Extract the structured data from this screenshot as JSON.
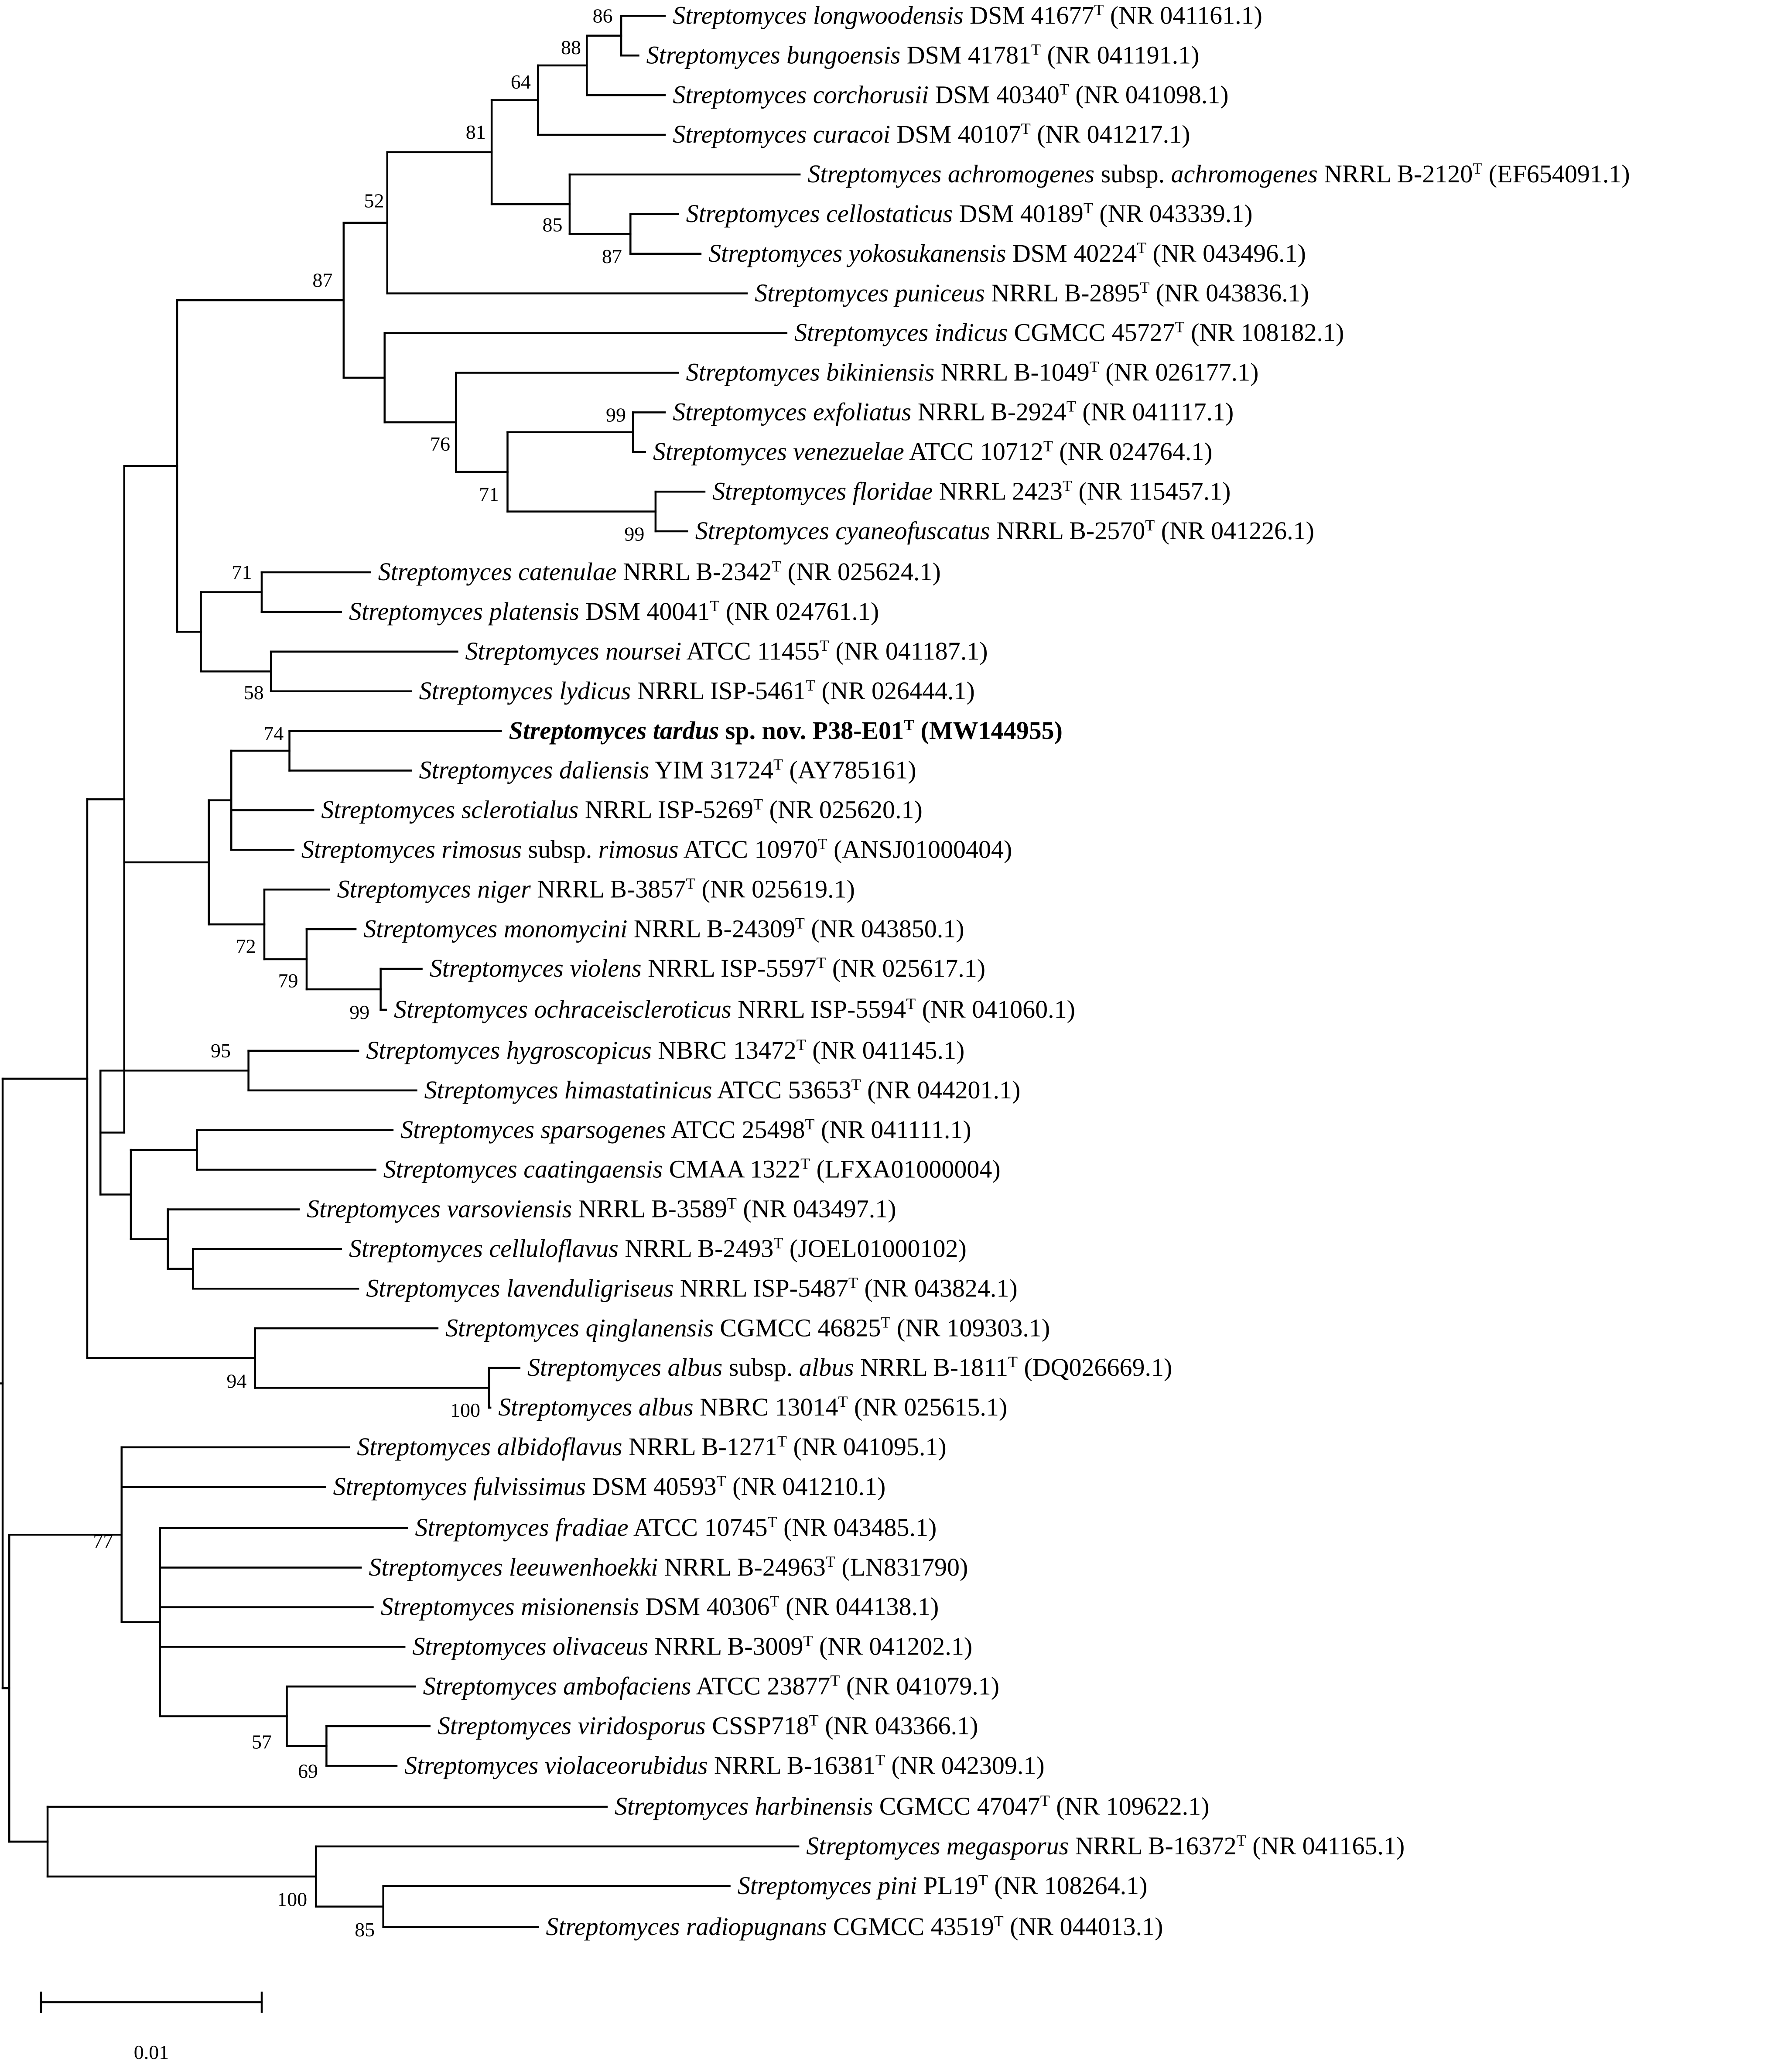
{
  "figure": {
    "scale_bar": {
      "label": "0.01",
      "length": 0.01
    }
  },
  "taxa": [
    {
      "genus": "Streptomyces",
      "epithet": "longwoodensis",
      "strain": "DSM 41677",
      "acc": "NR 041161.1"
    },
    {
      "genus": "Streptomyces",
      "epithet": "bungoensis",
      "strain": "DSM 41781",
      "acc": "NR 041191.1"
    },
    {
      "genus": "Streptomyces",
      "epithet": "corchorusii",
      "strain": "DSM 40340",
      "acc": "NR 041098.1"
    },
    {
      "genus": "Streptomyces",
      "epithet": "curacoi",
      "strain": "DSM 40107",
      "acc": "NR 041217.1"
    },
    {
      "genus": "Streptomyces",
      "epithet": "achromogenes",
      "subsp": "achromogenes",
      "strain": "NRRL B-2120",
      "acc": "EF654091.1"
    },
    {
      "genus": "Streptomyces",
      "epithet": "cellostaticus",
      "strain": "DSM 40189",
      "acc": "NR 043339.1"
    },
    {
      "genus": "Streptomyces",
      "epithet": "yokosukanensis",
      "strain": "DSM 40224",
      "acc": "NR 043496.1"
    },
    {
      "genus": "Streptomyces",
      "epithet": "puniceus",
      "strain": "NRRL B-2895",
      "acc": "NR 043836.1"
    },
    {
      "genus": "Streptomyces",
      "epithet": "indicus",
      "strain": "CGMCC 45727",
      "acc": "NR 108182.1"
    },
    {
      "genus": "Streptomyces",
      "epithet": "bikiniensis",
      "strain": "NRRL B-1049",
      "acc": "NR 026177.1"
    },
    {
      "genus": "Streptomyces",
      "epithet": "exfoliatus",
      "strain": "NRRL B-2924",
      "acc": "NR 041117.1"
    },
    {
      "genus": "Streptomyces",
      "epithet": "venezuelae",
      "strain": "ATCC 10712",
      "acc": "NR 024764.1"
    },
    {
      "genus": "Streptomyces",
      "epithet": "floridae",
      "strain": "NRRL 2423",
      "acc": "NR 115457.1"
    },
    {
      "genus": "Streptomyces",
      "epithet": "cyaneofuscatus",
      "strain": "NRRL B-2570",
      "acc": "NR 041226.1"
    },
    {
      "genus": "Streptomyces",
      "epithet": "catenulae",
      "strain": "NRRL B-2342",
      "acc": "NR 025624.1"
    },
    {
      "genus": "Streptomyces",
      "epithet": "platensis",
      "strain": "DSM 40041",
      "acc": "NR 024761.1"
    },
    {
      "genus": "Streptomyces",
      "epithet": "noursei",
      "strain": "ATCC 11455",
      "acc": "NR 041187.1"
    },
    {
      "genus": "Streptomyces",
      "epithet": "lydicus",
      "strain": "NRRL ISP-5461",
      "acc": "NR 026444.1"
    },
    {
      "genus": "Streptomyces",
      "epithet": "tardus",
      "novel": "sp. nov.",
      "strain": "P38-E01",
      "acc": "MW144955",
      "highlight": true
    },
    {
      "genus": "Streptomyces",
      "epithet": "daliensis",
      "strain": "YIM 31724",
      "acc": "AY785161"
    },
    {
      "genus": "Streptomyces",
      "epithet": "sclerotialus",
      "strain": "NRRL ISP-5269",
      "acc": "NR 025620.1"
    },
    {
      "genus": "Streptomyces",
      "epithet": "rimosus",
      "subsp": "rimosus",
      "strain": "ATCC 10970",
      "acc": "ANSJ01000404"
    },
    {
      "genus": "Streptomyces",
      "epithet": "niger",
      "strain": "NRRL B-3857",
      "acc": "NR 025619.1"
    },
    {
      "genus": "Streptomyces",
      "epithet": "monomycini",
      "strain": "NRRL B-24309",
      "acc": "NR 043850.1"
    },
    {
      "genus": "Streptomyces",
      "epithet": "violens",
      "strain": "NRRL ISP-5597",
      "acc": "NR 025617.1"
    },
    {
      "genus": "Streptomyces",
      "epithet": "ochraceiscleroticus",
      "strain": "NRRL ISP-5594",
      "acc": "NR 041060.1"
    },
    {
      "genus": "Streptomyces",
      "epithet": "hygroscopicus",
      "strain": "NBRC 13472",
      "acc": "NR 041145.1"
    },
    {
      "genus": "Streptomyces",
      "epithet": "himastatinicus",
      "strain": "ATCC 53653",
      "acc": "NR 044201.1"
    },
    {
      "genus": "Streptomyces",
      "epithet": "sparsogenes",
      "strain": "ATCC 25498",
      "acc": "NR 041111.1"
    },
    {
      "genus": "Streptomyces",
      "epithet": "caatingaensis",
      "strain": "CMAA 1322",
      "acc": "LFXA01000004"
    },
    {
      "genus": "Streptomyces",
      "epithet": "varsoviensis",
      "strain": "NRRL B-3589",
      "acc": "NR 043497.1"
    },
    {
      "genus": "Streptomyces",
      "epithet": "celluloflavus",
      "strain": "NRRL B-2493",
      "acc": "JOEL01000102"
    },
    {
      "genus": "Streptomyces",
      "epithet": "lavenduligriseus",
      "strain": "NRRL ISP-5487",
      "acc": "NR 043824.1"
    },
    {
      "genus": "Streptomyces",
      "epithet": "qinglanensis",
      "strain": "CGMCC 46825",
      "acc": "NR 109303.1"
    },
    {
      "genus": "Streptomyces",
      "epithet": "albus",
      "subsp": "albus",
      "strain": "NRRL B-1811",
      "acc": "DQ026669.1"
    },
    {
      "genus": "Streptomyces",
      "epithet": "albus",
      "strain": "NBRC 13014",
      "acc": "NR 025615.1"
    },
    {
      "genus": "Streptomyces",
      "epithet": "albidoflavus",
      "strain": "NRRL B-1271",
      "acc": "NR 041095.1"
    },
    {
      "genus": "Streptomyces",
      "epithet": "fulvissimus",
      "strain": "DSM 40593",
      "acc": "NR 041210.1"
    },
    {
      "genus": "Streptomyces",
      "epithet": "fradiae",
      "strain": "ATCC 10745",
      "acc": "NR 043485.1"
    },
    {
      "genus": "Streptomyces",
      "epithet": "leeuwenhoekki",
      "strain": "NRRL B-24963",
      "acc": "LN831790"
    },
    {
      "genus": "Streptomyces",
      "epithet": "misionensis",
      "strain": "DSM 40306",
      "acc": "NR 044138.1"
    },
    {
      "genus": "Streptomyces",
      "epithet": "olivaceus",
      "strain": "NRRL B-3009",
      "acc": "NR 041202.1"
    },
    {
      "genus": "Streptomyces",
      "epithet": "ambofaciens",
      "strain": "ATCC 23877",
      "acc": "NR 041079.1"
    },
    {
      "genus": "Streptomyces",
      "epithet": "viridosporus",
      "strain": "CSSP718",
      "acc": "NR 043366.1"
    },
    {
      "genus": "Streptomyces",
      "epithet": "violaceorubidus",
      "strain": "NRRL B-16381",
      "acc": "NR 042309.1"
    },
    {
      "genus": "Streptomyces",
      "epithet": "harbinensis",
      "strain": "CGMCC 47047",
      "acc": "NR 109622.1"
    },
    {
      "genus": "Streptomyces",
      "epithet": "megasporus",
      "strain": "NRRL B-16372",
      "acc": "NR 041165.1"
    },
    {
      "genus": "Streptomyces",
      "epithet": "pini",
      "strain": "PL19",
      "acc": "NR 108264.1"
    },
    {
      "genus": "Streptomyces",
      "epithet": "radiopugnans",
      "strain": "CGMCC 43519",
      "acc": "NR 044013.1"
    }
  ],
  "type_strain_mark": "T",
  "bootstrap_values": [
    "86",
    "88",
    "64",
    "81",
    "52",
    "85",
    "87",
    "87",
    "99",
    "76",
    "71",
    "99",
    "71",
    "58",
    "74",
    "72",
    "79",
    "99",
    "95",
    "94",
    "100",
    "77",
    "57",
    "69",
    "100",
    "85"
  ]
}
